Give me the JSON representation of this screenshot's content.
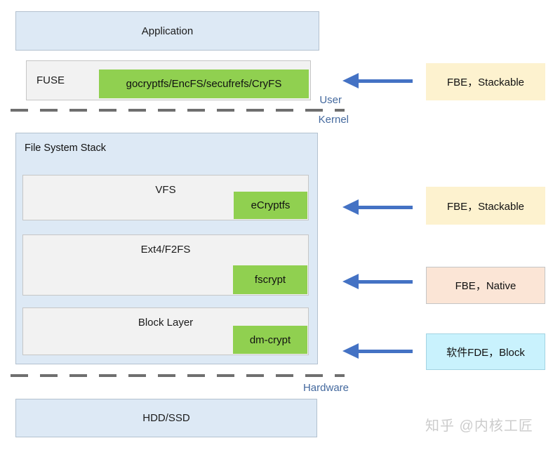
{
  "diagram": {
    "application": {
      "label": "Application"
    },
    "fuse": {
      "label": "FUSE",
      "tool": "gocryptfs/EncFS/secufrefs/CryFS"
    },
    "boundary_user_kernel": {
      "above": "User",
      "below": "Kernel"
    },
    "fs_stack": {
      "title": "File System Stack",
      "rows": [
        {
          "layer": "VFS",
          "tool": "eCryptfs"
        },
        {
          "layer": "Ext4/F2FS",
          "tool": "fscrypt"
        },
        {
          "layer": "Block Layer",
          "tool": "dm-crypt"
        }
      ]
    },
    "boundary_hardware": {
      "below": "Hardware"
    },
    "storage": {
      "label": "HDD/SSD"
    }
  },
  "annotations": [
    {
      "label": "FBE，Stackable",
      "fill": "#fdf2cf"
    },
    {
      "label": "FBE，Stackable",
      "fill": "#fdf2cf"
    },
    {
      "label": "FBE，Native",
      "fill": "#fbe5d6"
    },
    {
      "label": "软件FDE，Block",
      "fill": "#c9f2fd"
    }
  ],
  "watermark": "知乎 @内核工匠",
  "colors": {
    "layer_box_fill": "#dde9f5",
    "inner_box_fill": "#f2f2f2",
    "encryption_tool_fill": "#90d050",
    "arrow": "#4472c4",
    "boundary_text": "#44699e",
    "dash_line": "#6f6f6f",
    "annotation_yellow": "#fdf2cf",
    "annotation_peach": "#fbe5d6",
    "annotation_cyan": "#c9f2fd",
    "watermark_gray": "#cccccc"
  }
}
